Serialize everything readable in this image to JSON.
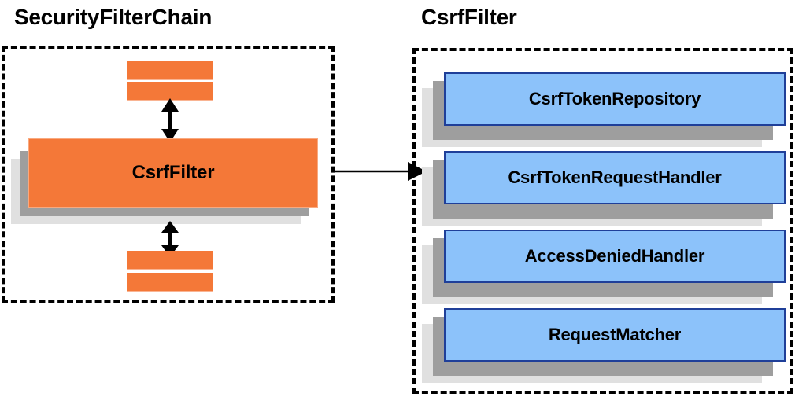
{
  "diagram": {
    "panels": [
      {
        "id": "security-filter-chain",
        "title": "SecurityFilterChain",
        "highlighted_component": "CsrfFilter",
        "stub_bars_above": 2,
        "stub_bars_below": 2,
        "arrows": [
          "double-headed-vertical-up",
          "double-headed-vertical-down"
        ]
      },
      {
        "id": "csrf-filter",
        "title": "CsrfFilter",
        "collaborators": [
          "CsrfTokenRepository",
          "CsrfTokenRequestHandler",
          "AccessDeniedHandler",
          "RequestMatcher"
        ]
      }
    ],
    "connector": {
      "from": "SecurityFilterChain.CsrfFilter",
      "to": "CsrfFilter",
      "style": "solid-arrow-right"
    },
    "colors": {
      "orange_fill": "#f47838",
      "orange_border": "#f9a97f",
      "blue_fill": "#8cc2fa",
      "blue_border": "#1f3f99",
      "shadow_mid": "#9e9e9e",
      "shadow_back": "#e0e0e0",
      "outline": "#000000",
      "background": "#ffffff"
    }
  }
}
